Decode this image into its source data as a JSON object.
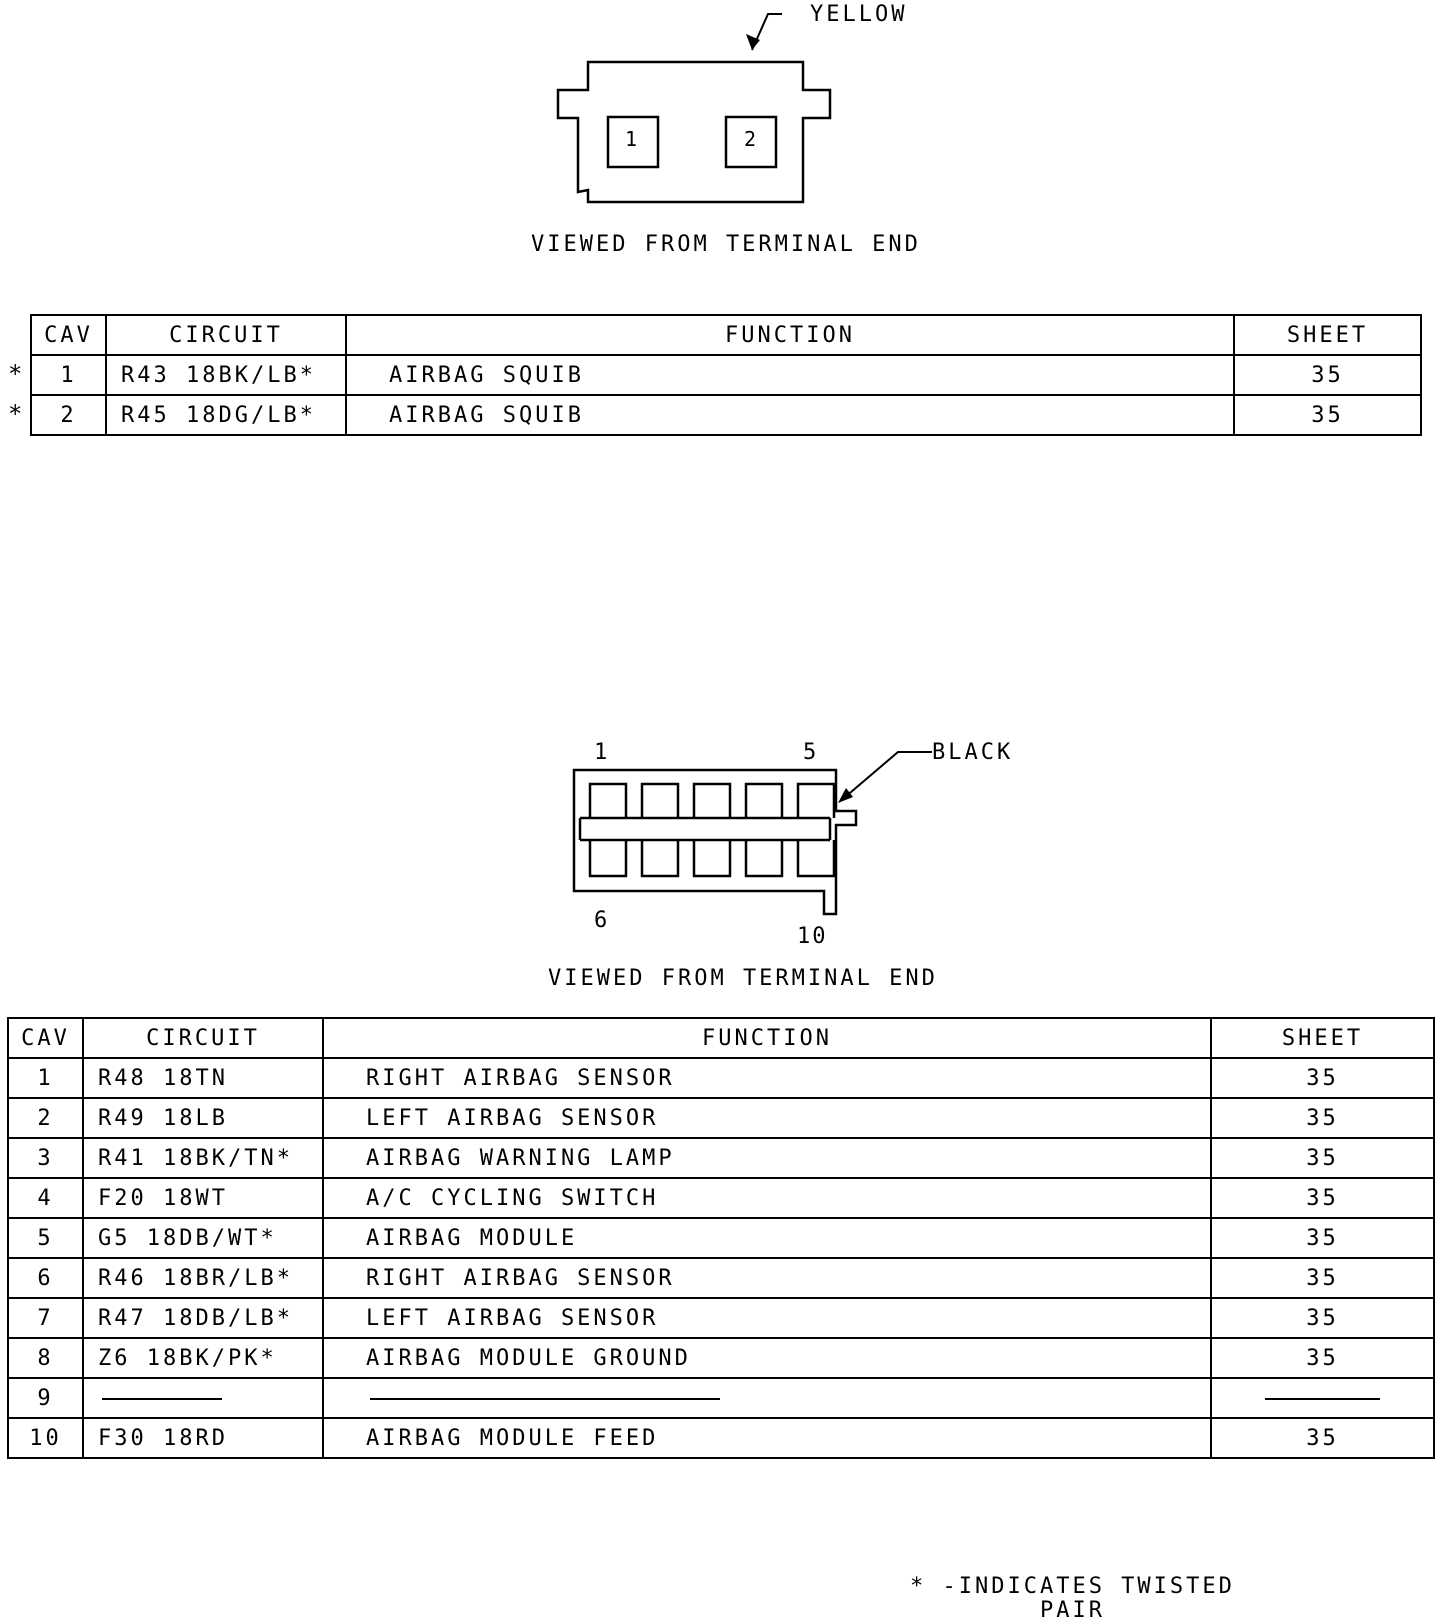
{
  "connector1": {
    "color_label": "YELLOW",
    "pins": [
      "1",
      "2"
    ],
    "view_label": "VIEWED FROM TERMINAL END",
    "table": {
      "headers": {
        "cav": "CAV",
        "circuit": "CIRCUIT",
        "function": "FUNCTION",
        "sheet": "SHEET"
      },
      "rows": [
        {
          "marker": "*",
          "cav": "1",
          "circuit": "R43 18BK/LB*",
          "function": "AIRBAG SQUIB",
          "sheet": "35"
        },
        {
          "marker": "*",
          "cav": "2",
          "circuit": "R45 18DG/LB*",
          "function": "AIRBAG SQUIB",
          "sheet": "35"
        }
      ]
    }
  },
  "connector2": {
    "color_label": "BLACK",
    "pin_labels": {
      "top_left": "1",
      "top_right": "5",
      "bottom_left": "6",
      "bottom_right": "10"
    },
    "view_label": "VIEWED FROM TERMINAL END",
    "table": {
      "headers": {
        "cav": "CAV",
        "circuit": "CIRCUIT",
        "function": "FUNCTION",
        "sheet": "SHEET"
      },
      "rows": [
        {
          "cav": "1",
          "circuit": "R48 18TN",
          "function": "RIGHT AIRBAG SENSOR",
          "sheet": "35"
        },
        {
          "cav": "2",
          "circuit": "R49 18LB",
          "function": "LEFT AIRBAG SENSOR",
          "sheet": "35"
        },
        {
          "cav": "3",
          "circuit": "R41 18BK/TN*",
          "function": "AIRBAG WARNING LAMP",
          "sheet": "35"
        },
        {
          "cav": "4",
          "circuit": "F20 18WT",
          "function": "A/C CYCLING SWITCH",
          "sheet": "35"
        },
        {
          "cav": "5",
          "circuit": "G5 18DB/WT*",
          "function": "AIRBAG MODULE",
          "sheet": "35"
        },
        {
          "cav": "6",
          "circuit": "R46 18BR/LB*",
          "function": "RIGHT AIRBAG SENSOR",
          "sheet": "35"
        },
        {
          "cav": "7",
          "circuit": "R47 18DB/LB*",
          "function": "LEFT AIRBAG SENSOR",
          "sheet": "35"
        },
        {
          "cav": "8",
          "circuit": "Z6 18BK/PK*",
          "function": "AIRBAG MODULE GROUND",
          "sheet": "35"
        },
        {
          "cav": "9",
          "circuit": "",
          "function": "",
          "sheet": "",
          "empty": true
        },
        {
          "cav": "10",
          "circuit": "F30 18RD",
          "function": "AIRBAG MODULE FEED",
          "sheet": "35"
        }
      ]
    }
  },
  "legend": {
    "line1": "* -INDICATES TWISTED",
    "line2": "PAIR"
  }
}
